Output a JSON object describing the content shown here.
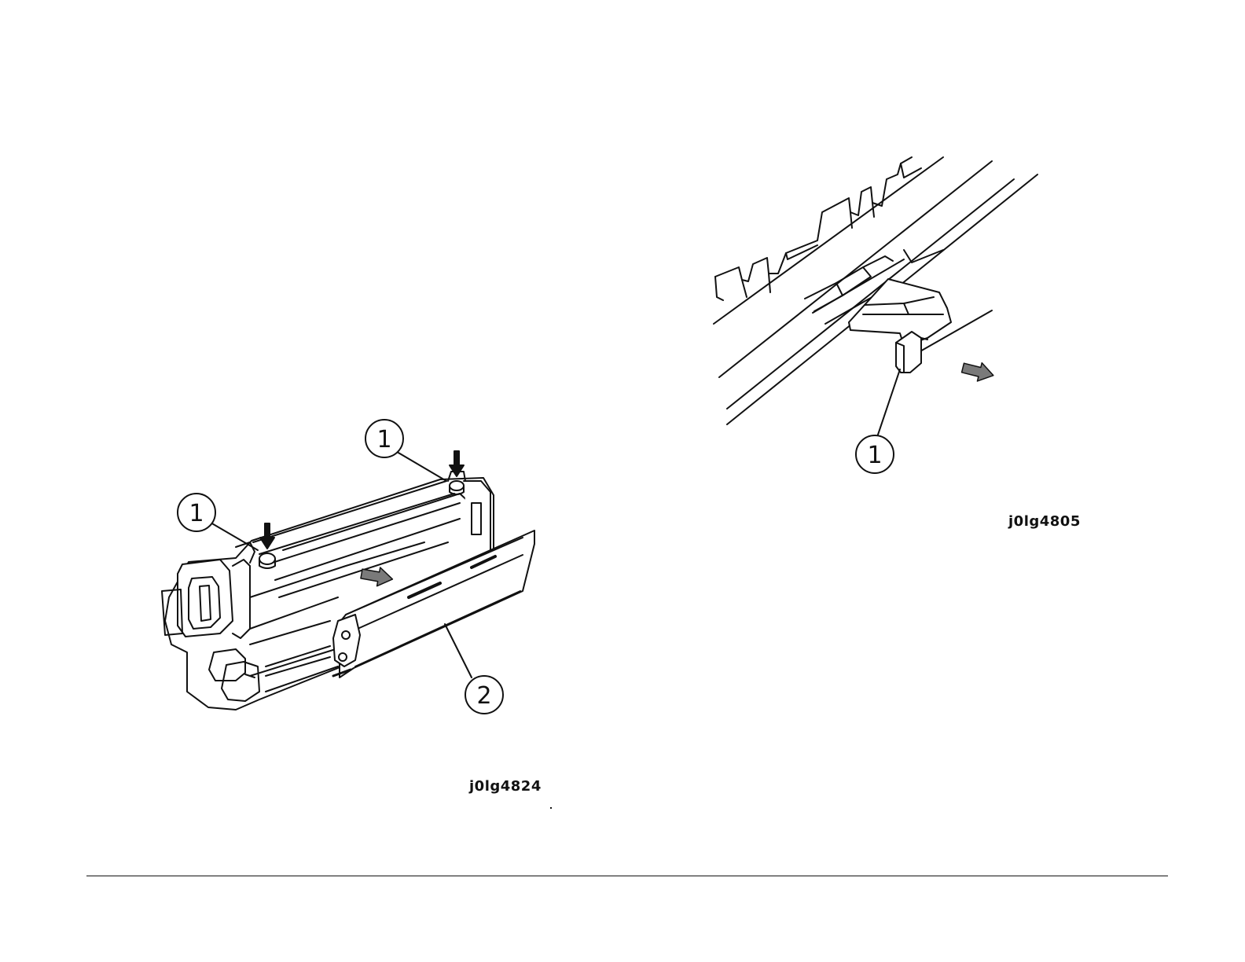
{
  "figures": {
    "left": {
      "code": "j0lg4824",
      "callouts": [
        "1",
        "1",
        "2"
      ]
    },
    "right": {
      "code": "j0lg4805",
      "callouts": [
        "1"
      ]
    }
  },
  "colors": {
    "ink": "#111111",
    "paper": "#ffffff",
    "arrow_fill": "#7a7a7a"
  },
  "icons": [
    "down-arrow-icon",
    "pull-arrow-icon"
  ]
}
